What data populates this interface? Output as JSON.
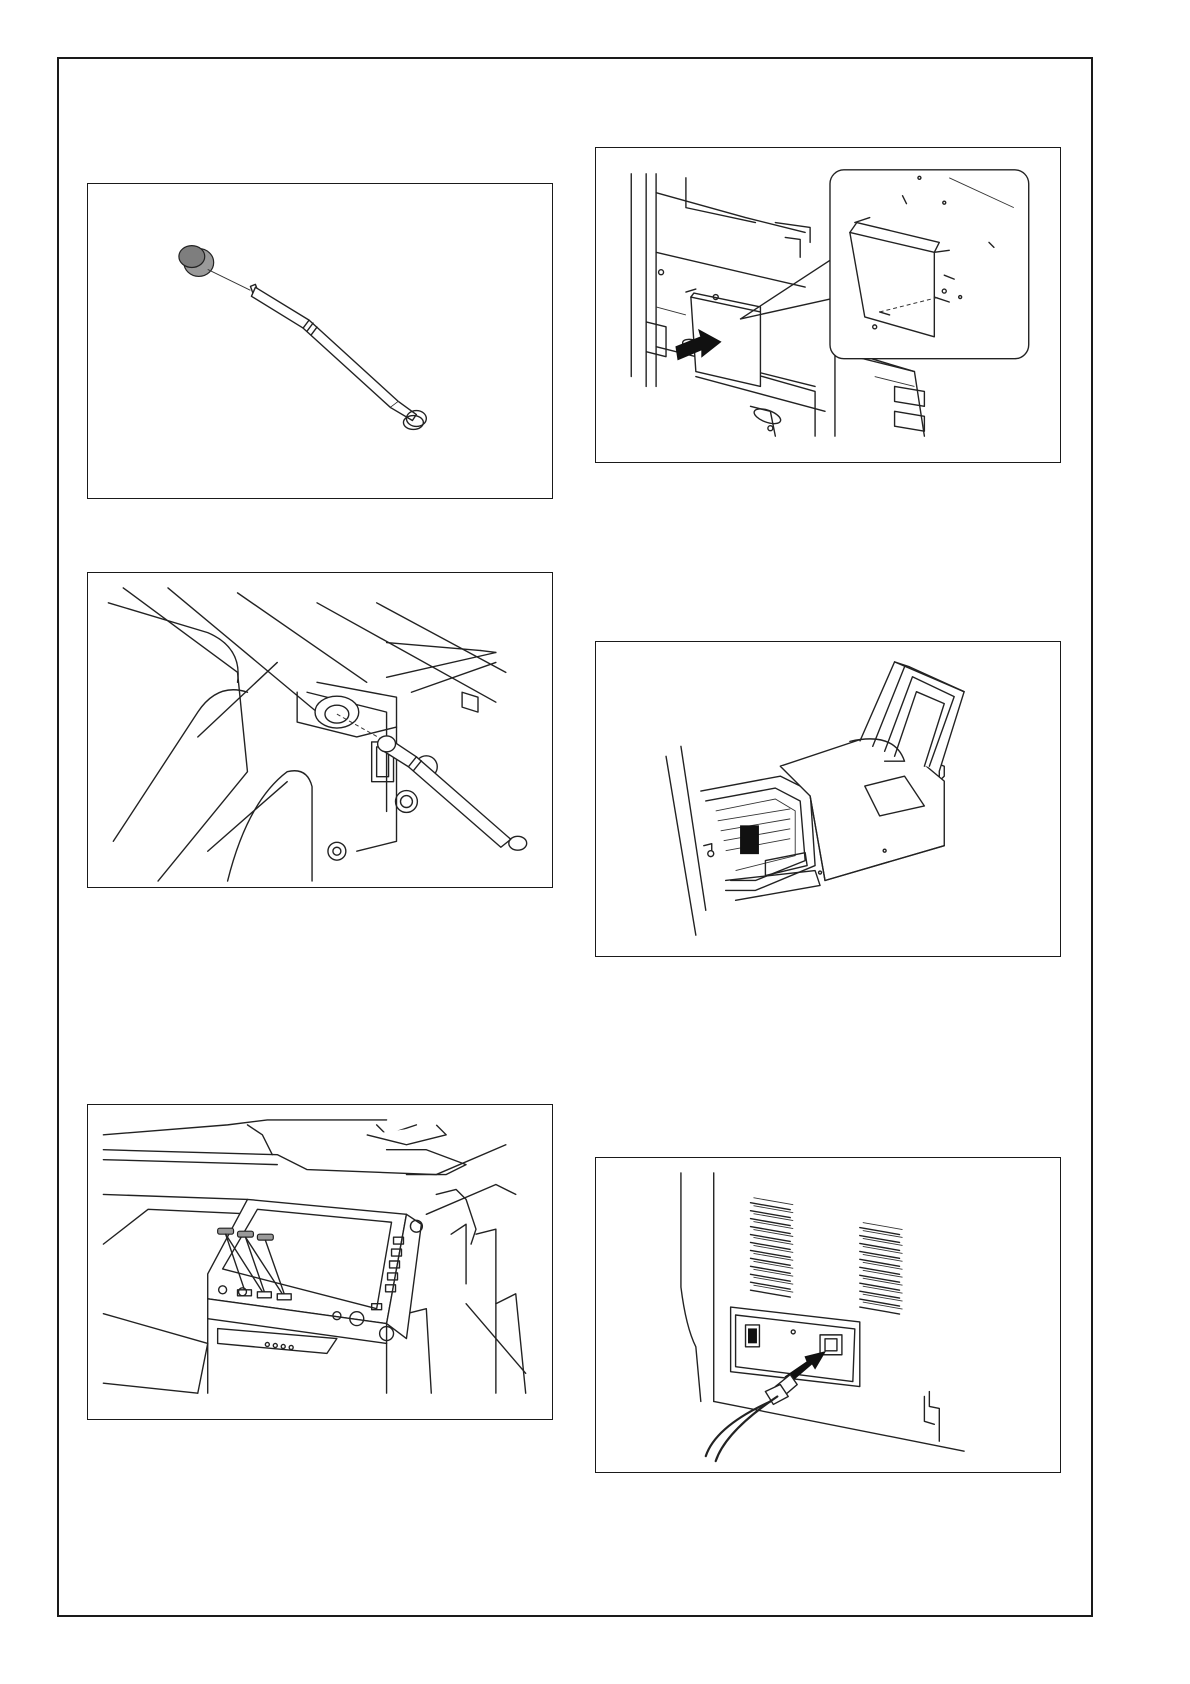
{
  "page": {
    "figures": [
      {
        "id": "antenna-parts",
        "depicts": "antenna-with-cap"
      },
      {
        "id": "install-bracket",
        "depicts": "bracket-into-machine-side"
      },
      {
        "id": "antenna-mounted",
        "depicts": "antenna-attached-to-machine"
      },
      {
        "id": "open-cover",
        "depicts": "rear-cover-opened"
      },
      {
        "id": "control-panel",
        "depicts": "control-panel-keys"
      },
      {
        "id": "power-cord",
        "depicts": "power-cord-plugged-in"
      }
    ]
  },
  "colors": {
    "line": "#222222",
    "cap_fill": "#9a9a9a",
    "arrow_fill": "#111111"
  },
  "control_panel": {
    "key_count": 3,
    "indicator_dots": 4
  }
}
